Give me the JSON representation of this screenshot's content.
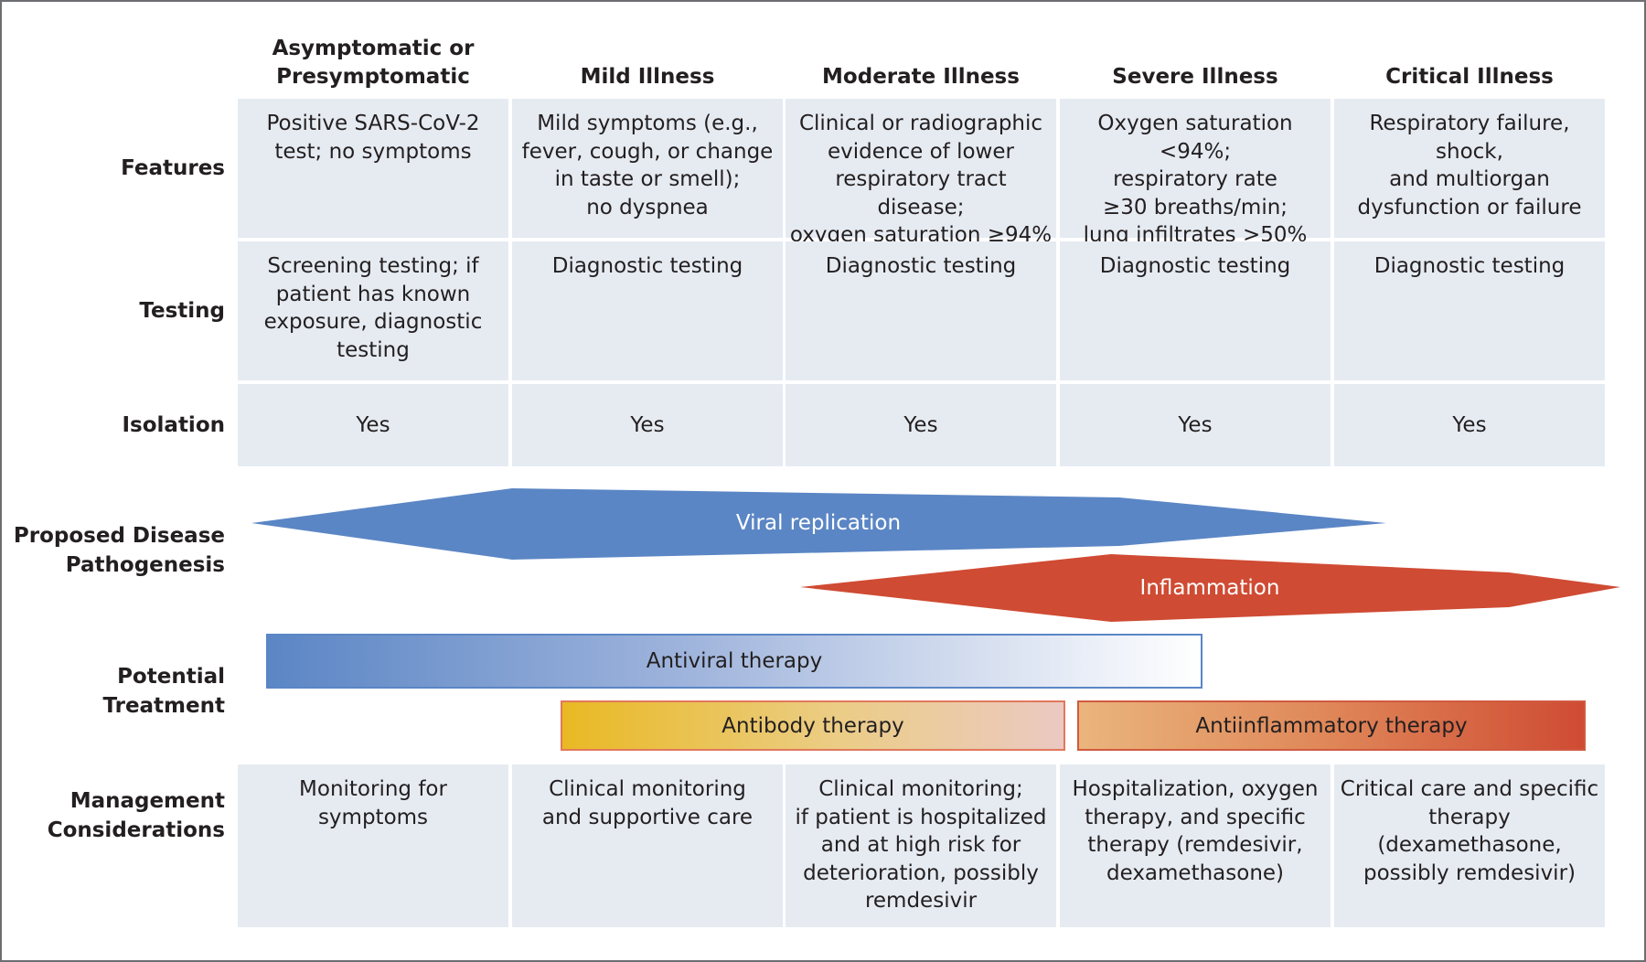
{
  "columns": [
    "Asymptomatic or\nPresymptomatic",
    "Mild Illness",
    "Moderate Illness",
    "Severe Illness",
    "Critical Illness"
  ],
  "row_labels": {
    "features": "Features",
    "testing": "Testing",
    "isolation": "Isolation",
    "pathogenesis": "Proposed Disease\nPathogenesis",
    "treatment": "Potential\nTreatment",
    "management": "Management\nConsiderations"
  },
  "features": [
    "Positive SARS-CoV-2\ntest; no symptoms",
    "Mild symptoms (e.g.,\nfever, cough, or change\nin taste or smell);\nno dyspnea",
    "Clinical or radiographic\nevidence of lower\nrespiratory tract disease;\noxygen saturation ≥94%",
    "Oxygen saturation <94%;\nrespiratory rate\n≥30 breaths/min;\nlung infiltrates >50%",
    "Respiratory failure, shock,\nand multiorgan\ndysfunction or failure"
  ],
  "testing": [
    "Screening testing; if\npatient has known\nexposure, diagnostic\ntesting",
    "Diagnostic testing",
    "Diagnostic testing",
    "Diagnostic testing",
    "Diagnostic testing"
  ],
  "isolation": [
    "Yes",
    "Yes",
    "Yes",
    "Yes",
    "Yes"
  ],
  "pathogenesis": {
    "viral": "Viral replication",
    "inflammation": "Inflammation"
  },
  "treatment": {
    "antiviral": "Antiviral therapy",
    "antibody": "Antibody therapy",
    "antiinflammatory": "Antiinflammatory therapy"
  },
  "management": [
    "Monitoring for symptoms",
    "Clinical monitoring\nand supportive care",
    "Clinical monitoring;\nif patient is hospitalized\nand at high risk for\ndeterioration, possibly\nremdesivir",
    "Hospitalization, oxygen\ntherapy, and specific\ntherapy (remdesivir,\ndexamethasone)",
    "Critical care and specific\ntherapy (dexamethasone,\npossibly remdesivir)"
  ],
  "colors": {
    "cell_background": "#e6ebf2",
    "viral_blue": "#5b86c5",
    "inflammation_red": "#cf4b33",
    "antibody_start": "#e9b923",
    "antibody_end": "#ebc9c3",
    "antiinflammatory_start": "#eab57c",
    "antiinflammatory_end": "#cf4b33"
  }
}
